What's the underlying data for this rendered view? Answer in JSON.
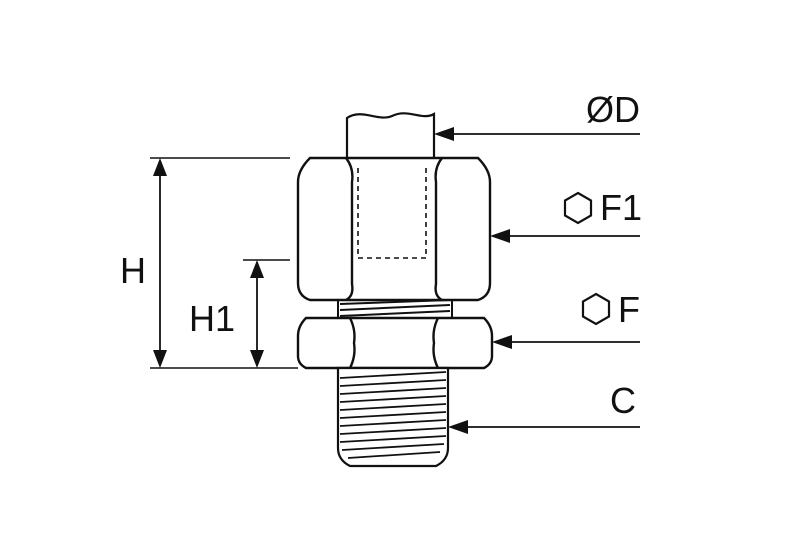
{
  "diagram": {
    "labels": {
      "tube_diameter": "ØD",
      "nut_hex": "F1",
      "body_hex": "F",
      "thread": "C",
      "height_total": "H",
      "height_body": "H1"
    },
    "icons": {
      "nut_hex_symbol": "hexagon-icon",
      "body_hex_symbol": "hexagon-icon"
    },
    "colors": {
      "line": "#111111",
      "background": "#ffffff"
    }
  }
}
